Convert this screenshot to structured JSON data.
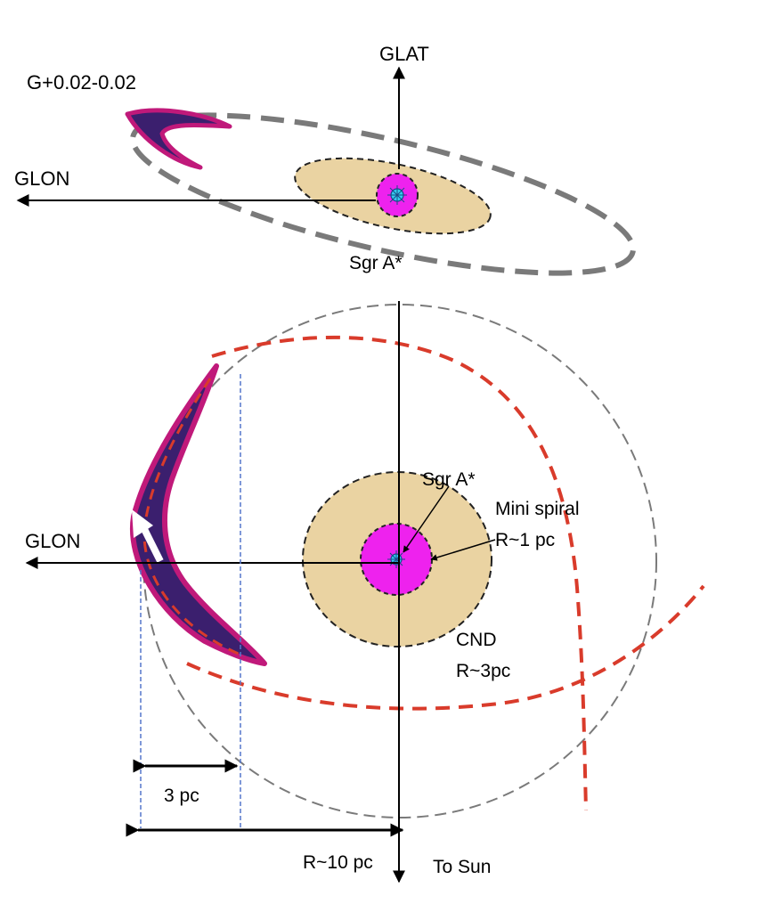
{
  "colors": {
    "arc_fill": "#3b1f6e",
    "arc_edge": "#c0197a",
    "minispiral": "#ee22ee",
    "cnd_fill": "#ead3a2",
    "red_orbit": "#d93b2b",
    "grey_orbit": "#7a7a7a",
    "center_star": "#33ccee",
    "guide_line": "#5577cc"
  },
  "icons": [
    "sgr-a-star-icon",
    "arrow-icon"
  ],
  "top_panel": {
    "cloud_label": "G+0.02-0.02",
    "lat_axis": "GLAT",
    "lon_axis": "GLON",
    "center_label": "Sgr A*"
  },
  "bottom_panel": {
    "lon_axis": "GLON",
    "center_label": "Sgr A*",
    "minispiral_label": "Mini spiral",
    "minispiral_radius": "R~1 pc",
    "cnd_label": "CND",
    "cnd_radius": "R~3pc",
    "width_label": "3 pc",
    "radius_label": "R~10 pc",
    "sun_label": "To Sun"
  }
}
